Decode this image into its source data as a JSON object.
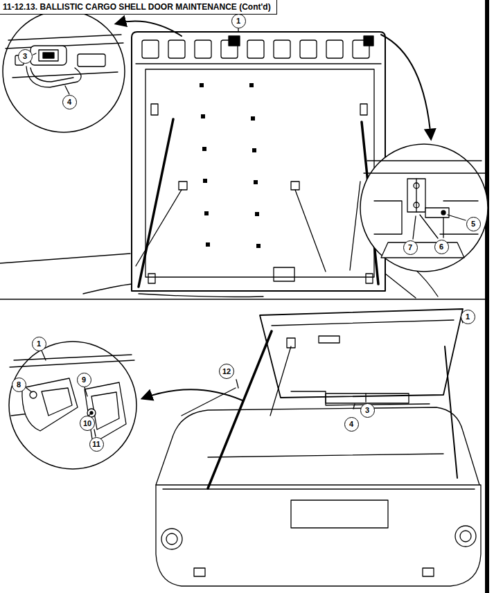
{
  "diagram": {
    "title": "11-12.13. BALLISTIC CARGO SHELL DOOR MAINTENANCE (Cont'd)",
    "labels": [
      "1",
      "3",
      "4",
      "5",
      "7",
      "6",
      "1",
      "1",
      "12",
      "9",
      "8",
      "3",
      "4",
      "10",
      "11"
    ]
  }
}
